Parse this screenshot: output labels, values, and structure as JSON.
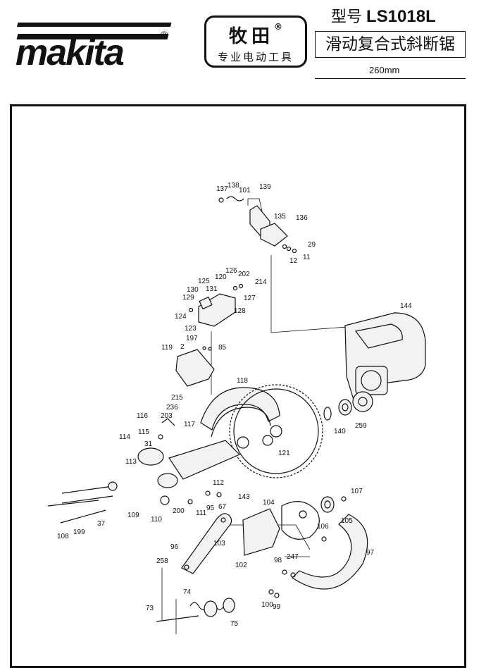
{
  "header": {
    "brand_logo": "makita",
    "brand_cn": "牧田",
    "tagline": "专业电动工具",
    "model_prefix": "型号",
    "model": "LS1018L",
    "product_name": "滑动复合式斜断锯",
    "blade_size": "260mm"
  },
  "diagram": {
    "part_labels": [
      "137",
      "138",
      "101",
      "139",
      "135",
      "136",
      "29",
      "12",
      "11",
      "125",
      "126",
      "202",
      "214",
      "130",
      "131",
      "120",
      "129",
      "127",
      "124",
      "128",
      "123",
      "197",
      "2",
      "85",
      "119",
      "144",
      "118",
      "215",
      "236",
      "203",
      "116",
      "117",
      "115",
      "114",
      "31",
      "113",
      "121",
      "140",
      "259",
      "112",
      "143",
      "111",
      "95",
      "67",
      "200",
      "109",
      "110",
      "108",
      "199",
      "37",
      "104",
      "107",
      "106",
      "105",
      "96",
      "103",
      "258",
      "102",
      "98",
      "247",
      "97",
      "74",
      "73",
      "75",
      "100",
      "99"
    ]
  }
}
